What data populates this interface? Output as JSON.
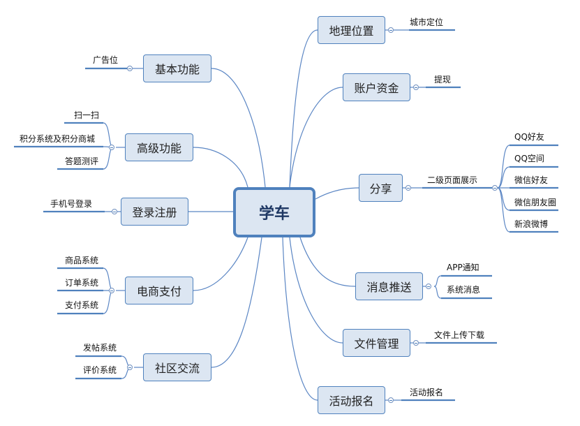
{
  "root": {
    "label": "学车"
  },
  "branches": {
    "geo": {
      "label": "地理位置",
      "children": [
        "城市定位"
      ]
    },
    "basic": {
      "label": "基本功能",
      "children": [
        "广告位"
      ]
    },
    "account": {
      "label": "账户资金",
      "children": [
        "提现"
      ]
    },
    "advanced": {
      "label": "高级功能",
      "children": [
        "扫一扫",
        "积分系统及积分商城",
        "答题测评"
      ]
    },
    "share": {
      "label": "分享",
      "sub": "二级页面展示",
      "children": [
        "QQ好友",
        "QQ空间",
        "微信好友",
        "微信朋友圈",
        "新浪微博"
      ]
    },
    "login": {
      "label": "登录注册",
      "children": [
        "手机号登录"
      ]
    },
    "push": {
      "label": "消息推送",
      "children": [
        "APP通知",
        "系统消息"
      ]
    },
    "ecommerce": {
      "label": "电商支付",
      "children": [
        "商品系统",
        "订单系统",
        "支付系统"
      ]
    },
    "files": {
      "label": "文件管理",
      "children": [
        "文件上传下载"
      ]
    },
    "community": {
      "label": "社区交流",
      "children": [
        "发帖系统",
        "评价系统"
      ]
    },
    "events": {
      "label": "活动报名",
      "children": [
        "活动报名"
      ]
    }
  }
}
